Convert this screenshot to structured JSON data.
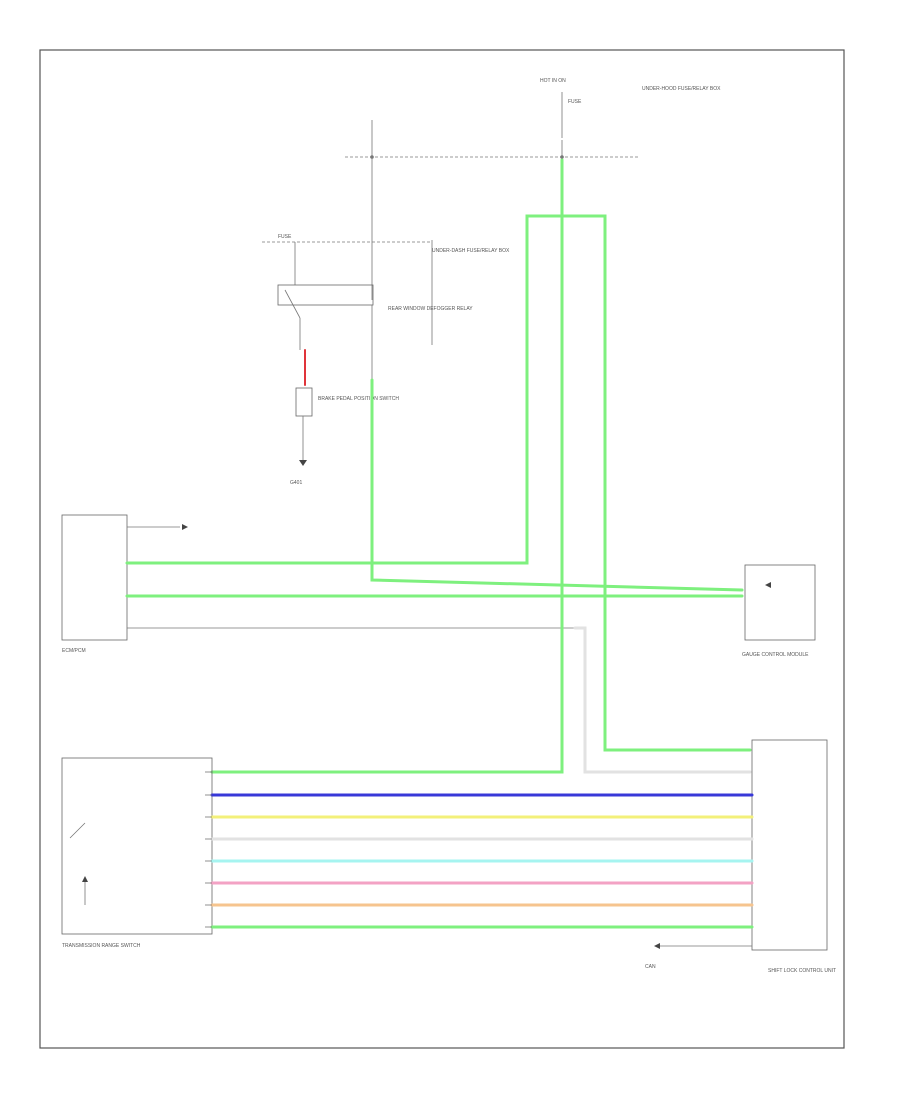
{
  "colors": {
    "green": "#7ef07e",
    "blue": "#3838d8",
    "yellow": "#f3f07a",
    "white_wire": "#e2e2e2",
    "light_blue": "#a6f4f0",
    "pink": "#f3a2c4",
    "orange": "#f6c48e",
    "light_green": "#7ef07e",
    "red": "#e0343a",
    "outline": "#555555"
  },
  "icons": [
    "ground-icon",
    "switch-icon",
    "connector-arrow-icon"
  ],
  "labels": {
    "hot_in_on": "HOT IN ON",
    "fuse_top": "FUSE",
    "fuse_desc": "UNDER-HOOD FUSE/RELAY BOX",
    "fuse_left": "FUSE",
    "fuse_left_desc": "UNDER-DASH FUSE/RELAY BOX",
    "relay_desc": "REAR WINDOW DEFOGGER RELAY",
    "brake_desc": "BRAKE PEDAL POSITION SWITCH",
    "ground_desc": "G401",
    "ecm_desc": "ECM/PCM",
    "gauge_desc": "GAUGE CONTROL MODULE",
    "tcm_desc": "TRANSMISSION RANGE SWITCH",
    "right_module_desc": "SHIFT LOCK CONTROL UNIT",
    "can_desc": "CAN"
  }
}
